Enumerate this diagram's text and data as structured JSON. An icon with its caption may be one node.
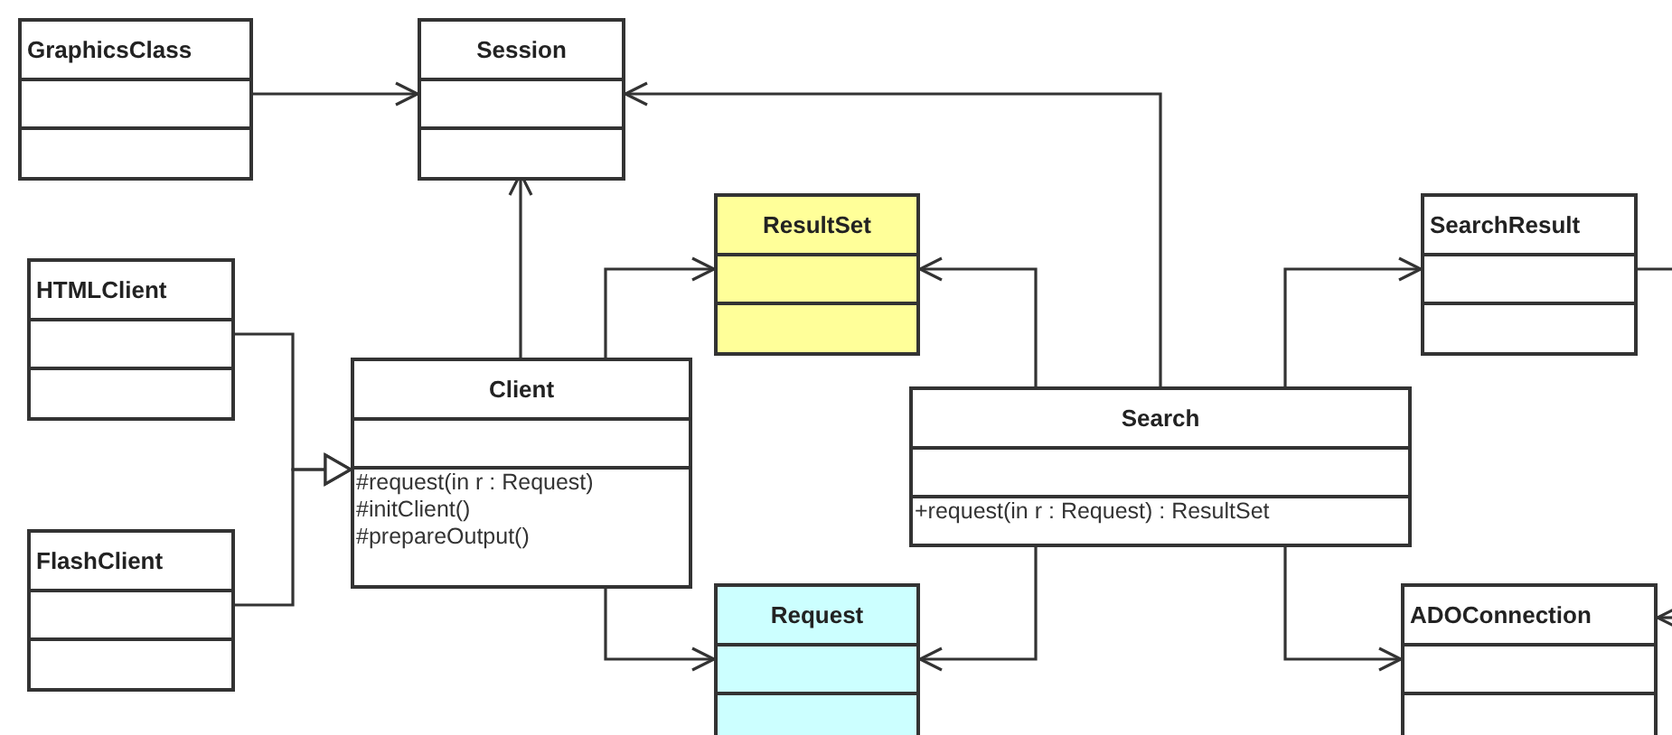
{
  "diagram": {
    "nodes": [
      {
        "text": [
          "GraphicsClass"
        ]
      },
      {
        "text": [
          "Session"
        ]
      },
      {
        "text": [
          "HTMLClient"
        ]
      },
      {
        "text": [
          "ResultSet"
        ]
      },
      {
        "text": [
          "SearchResult"
        ]
      },
      {
        "text": [
          "Client",
          "#request(in r : Request)",
          "#initClient()",
          "#prepareOutput()"
        ]
      },
      {
        "text": [
          "Search",
          "+request(in r : Request) : ResultSet"
        ]
      },
      {
        "text": [
          "FlashClient"
        ]
      },
      {
        "text": [
          "Request"
        ]
      },
      {
        "text": [
          "ADOConnection"
        ]
      }
    ],
    "edges": [
      {
        "from": 0,
        "to": 1,
        "arrow": "to"
      },
      {
        "from": 6,
        "to": 1,
        "arrow": "to"
      },
      {
        "from": 5,
        "to": 1,
        "arrow": "to"
      },
      {
        "from": 5,
        "to": 3,
        "arrow": "to"
      },
      {
        "from": 5,
        "to": 8,
        "arrow": "to"
      },
      {
        "from": 6,
        "to": 3,
        "arrow": "to"
      },
      {
        "from": 6,
        "to": 8,
        "arrow": "to"
      },
      {
        "from": 6,
        "to": 4,
        "arrow": "to"
      },
      {
        "from": 6,
        "to": 9,
        "arrow": "to"
      },
      {
        "from": 2,
        "to": 5,
        "arrow": "to"
      },
      {
        "from": 7,
        "to": 5,
        "arrow": "to"
      },
      {
        "from": 4,
        "to": null,
        "arrow": "none"
      },
      {
        "from": null,
        "to": 9,
        "arrow": "to"
      }
    ]
  }
}
